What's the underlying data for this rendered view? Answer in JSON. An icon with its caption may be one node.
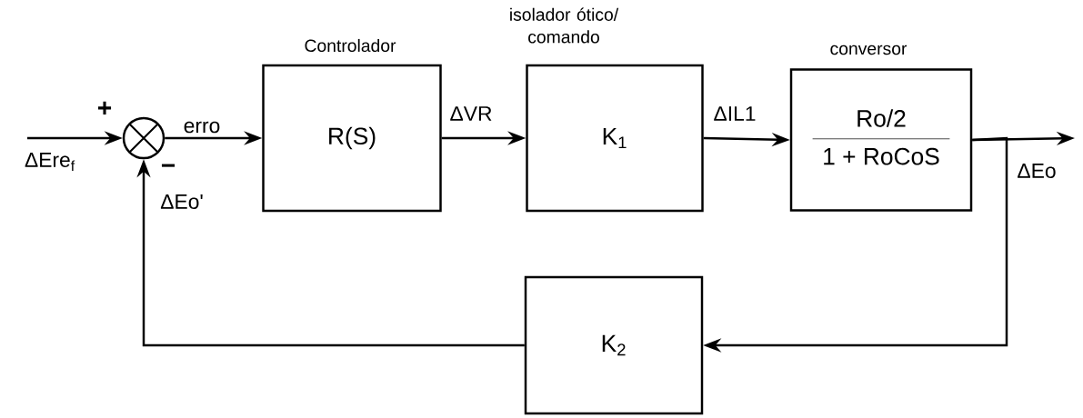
{
  "diagram": {
    "nodes": [
      {
        "text": [],
        "shape": "circle"
      },
      {
        "text": [
          "Controlador",
          "R(S)"
        ]
      },
      {
        "text": [
          "isolador ótico/ comando",
          "K$_{1}$"
        ]
      },
      {
        "text": [
          "conversor",
          "Ro/2",
          "1 + RoCoS"
        ]
      },
      {
        "text": [
          "K$_{2}$"
        ]
      }
    ],
    "edges": [
      {
        "from": null,
        "to": 0,
        "arrow": "to",
        "label": "ΔEre$_{f}$"
      },
      {
        "from": 0,
        "to": 1,
        "arrow": "to",
        "label": "erro"
      },
      {
        "from": 1,
        "to": 2,
        "arrow": "to",
        "label": "ΔVR"
      },
      {
        "from": 2,
        "to": 3,
        "arrow": "to",
        "label": "ΔIL1"
      },
      {
        "from": 3,
        "to": null,
        "arrow": "to"
      },
      {
        "from": 3,
        "to": 4,
        "arrow": "to",
        "label": "ΔEo"
      },
      {
        "from": 4,
        "to": 0,
        "arrow": "to",
        "label": "ΔEo'"
      }
    ],
    "labels": [
      "+",
      "−"
    ]
  }
}
